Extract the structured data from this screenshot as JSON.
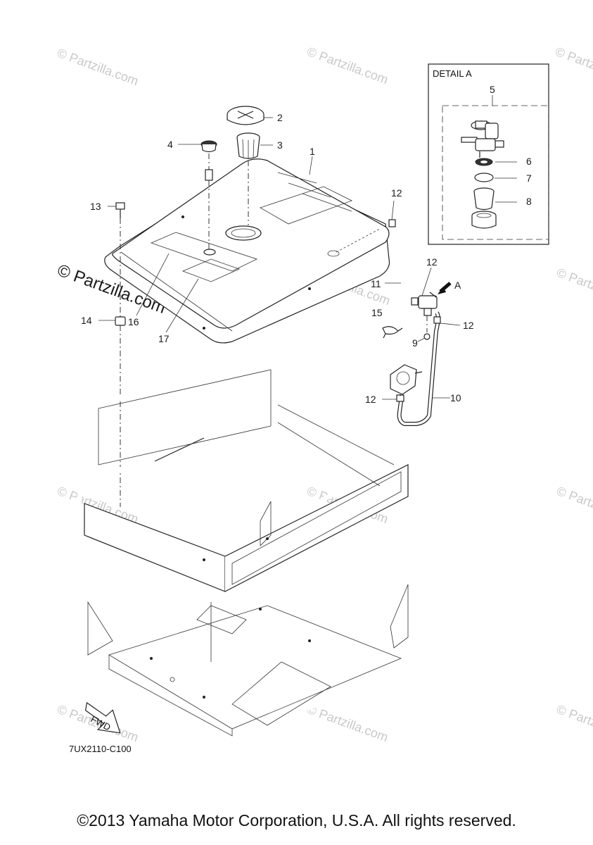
{
  "watermarks": {
    "small": "© Partzilla.com",
    "large": "© Partzilla.com"
  },
  "detail": {
    "title": "DETAIL A"
  },
  "callouts": {
    "c1": "1",
    "c2": "2",
    "c3": "3",
    "c4": "4",
    "c5": "5",
    "c6": "6",
    "c7": "7",
    "c8": "8",
    "c9": "9",
    "c10": "10",
    "c11": "11",
    "c12a": "12",
    "c12b": "12",
    "c12c": "12",
    "c12d": "12",
    "c13": "13",
    "c14": "14",
    "c15": "15",
    "c16": "16",
    "c17": "17",
    "a": "A"
  },
  "fwd_label": "FWD",
  "diagram_code": "7UX2110-C100",
  "copyright": "©2013 Yamaha Motor Corporation, U.S.A. All rights reserved."
}
